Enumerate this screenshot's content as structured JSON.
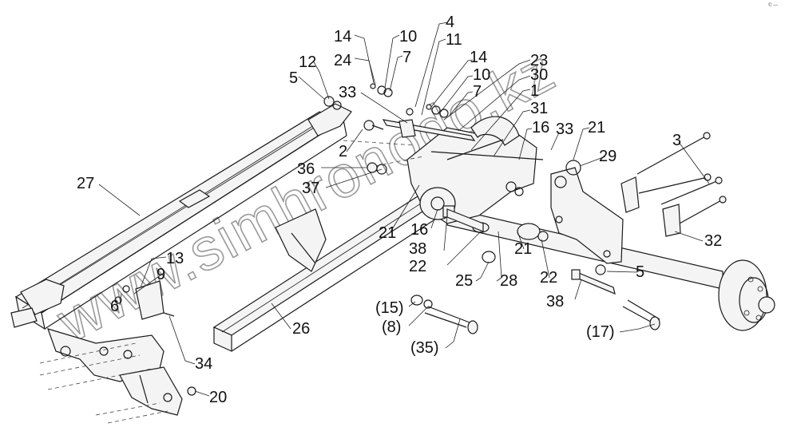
{
  "diagram": {
    "watermark_text": "www.simhronodo.kz",
    "corner_mark": "© —"
  },
  "callouts": [
    "14",
    "24",
    "10",
    "7",
    "4",
    "11",
    "12",
    "5",
    "33",
    "14",
    "10",
    "7",
    "23",
    "30",
    "1",
    "31",
    "16",
    "33",
    "21",
    "29",
    "3",
    "2",
    "36",
    "37",
    "27",
    "21",
    "16",
    "38",
    "22",
    "25",
    "28",
    "21",
    "22",
    "32",
    "5",
    "38",
    "13",
    "9",
    "6",
    "34",
    "20",
    "26",
    "(15)",
    "(8)",
    "(35)",
    "(17)"
  ]
}
